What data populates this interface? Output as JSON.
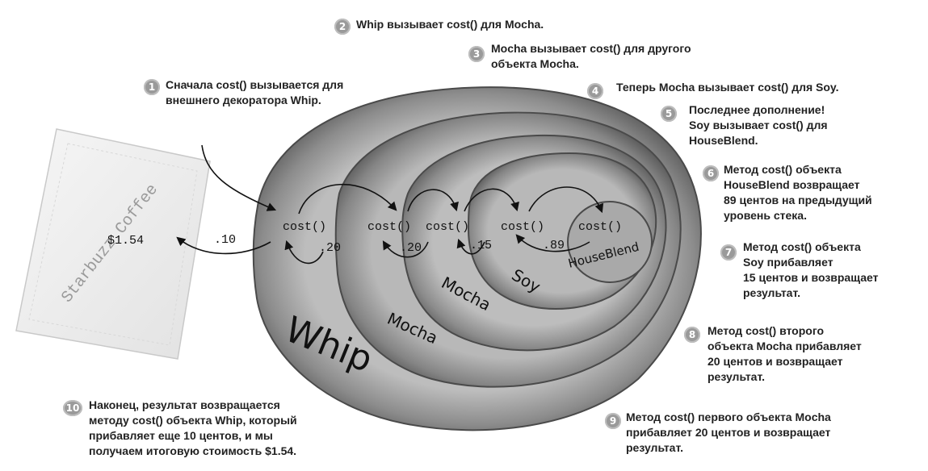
{
  "napkin": {
    "brand": "Starbuzz Coffee",
    "total": "$1.54"
  },
  "cost_calls": [
    "cost()",
    "cost()",
    "cost()",
    "cost()",
    "cost()"
  ],
  "return_values": [
    ".10",
    ".20",
    ".20",
    ".15",
    ".89"
  ],
  "ring_labels": [
    "Whip",
    "Mocha",
    "Mocha",
    "Soy",
    "HouseBlend"
  ],
  "steps": [
    {
      "num": "1",
      "text": "Сначала cost() вызывается для\nвнешнего декоратора Whip."
    },
    {
      "num": "2",
      "text": "Whip вызывает cost() для Mocha."
    },
    {
      "num": "3",
      "text": "Mocha вызывает cost() для другого\nобъекта Mocha."
    },
    {
      "num": "4",
      "text": "Теперь Mocha вызывает cost() для Soy."
    },
    {
      "num": "5",
      "text": "Последнее дополнение!\nSoy вызывает cost() для\nHouseBlend."
    },
    {
      "num": "6",
      "text": "Метод cost() объекта\nHouseBlend возвращает\n89 центов на предыдущий\nуровень стека."
    },
    {
      "num": "7",
      "text": "Метод cost() объекта\nSoy прибавляет\n15 центов и возвращает\nрезультат."
    },
    {
      "num": "8",
      "text": "Метод cost() второго\nобъекта Mocha прибавляет\n20 центов и возвращает\nрезультат."
    },
    {
      "num": "9",
      "text": "Метод cost() первого объекта Mocha\nприбавляет 20 центов и возвращает\nрезультат."
    },
    {
      "num": "10",
      "text": "Наконец, результат возвращается\nметоду cost() объекта Whip, который\nприбавляет еще 10 центов, и мы\nполучаем итоговую стоимость $1.54."
    }
  ]
}
